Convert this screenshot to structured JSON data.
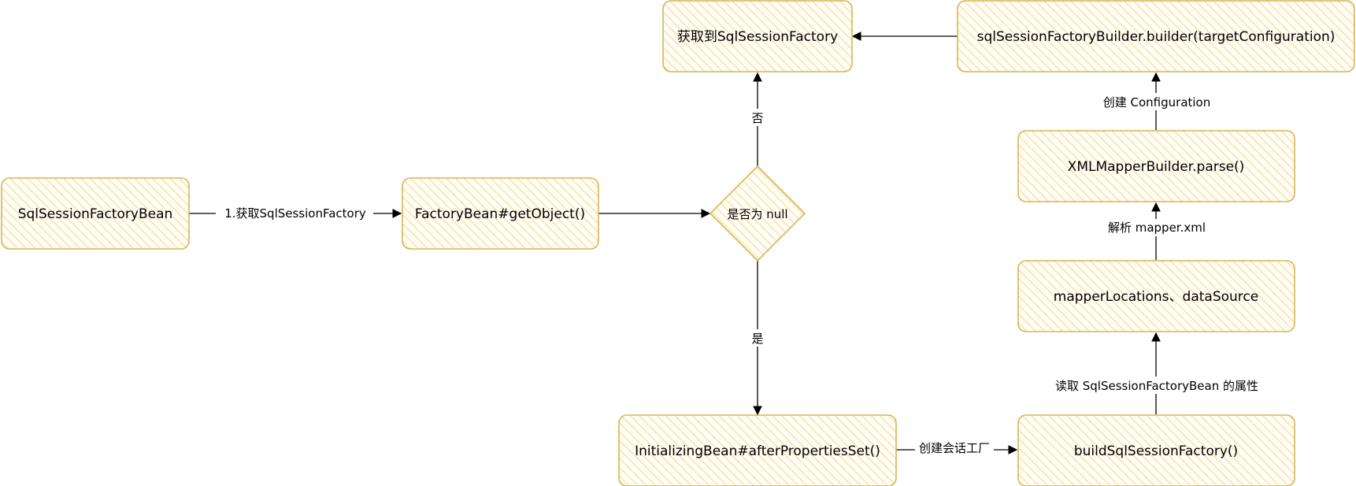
{
  "nodes": {
    "sql_session_factory_bean": "SqlSessionFactoryBean",
    "factory_bean_get_object": "FactoryBean#getObject()",
    "is_null_decision": "是否为 null",
    "got_sql_session_factory": "获取到SqlSessionFactory",
    "builder_call": "sqlSessionFactoryBuilder.builder(targetConfiguration)",
    "xml_mapper_builder_parse": "XMLMapperBuilder.parse()",
    "mapper_locations_datasource": "mapperLocations、dataSource",
    "initializing_bean_after_properties_set": "InitializingBean#afterPropertiesSet()",
    "build_sql_session_factory": "buildSqlSessionFactory()"
  },
  "edges": {
    "get_factory": "1.获取SqlSessionFactory",
    "no": "否",
    "yes": "是",
    "create_session_factory": "创建会话工厂",
    "read_properties": "读取 SqlSessionFactoryBean 的属性",
    "parse_mapper_xml": "解析 mapper.xml",
    "create_configuration": "创建 Configuration"
  },
  "colors": {
    "box_fill": "#fff2cc",
    "box_stroke": "#d6b656",
    "edge": "#000000"
  }
}
